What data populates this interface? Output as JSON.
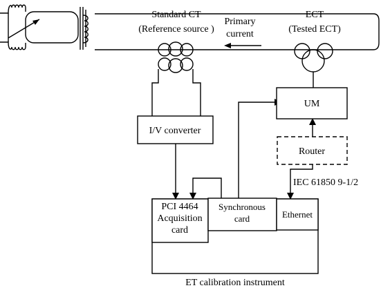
{
  "labels": {
    "standard_ct_line1": "Standard CT",
    "standard_ct_line2": "(Reference source )",
    "primary_current_line1": "Primary",
    "primary_current_line2": "current",
    "ect_line1": "ECT",
    "ect_line2": "(Tested ECT)",
    "iv_converter": "I/V converter",
    "um": "UM",
    "router": "Router",
    "iec_standard": "IEC 61850 9-1/2",
    "pci_line1": "PCI 4464",
    "pci_line2": "Acquisition",
    "pci_line3": "card",
    "sync_line1": "Synchronous",
    "sync_line2": "card",
    "ethernet": "Ethernet",
    "instrument_caption": "ET calibration instrument"
  }
}
